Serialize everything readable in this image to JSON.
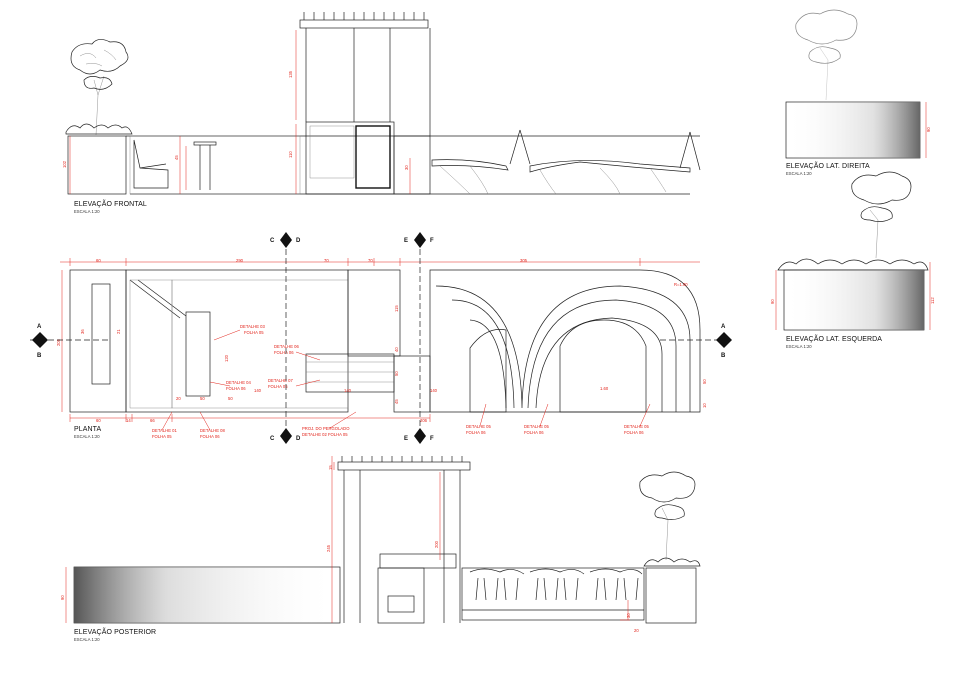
{
  "views": {
    "frontal": {
      "title": "ELEVAÇÃO FRONTAL",
      "scale": "ESCALA 1:20"
    },
    "planta": {
      "title": "PLANTA",
      "scale": "ESCALA 1:20"
    },
    "posterior": {
      "title": "ELEVAÇÃO POSTERIOR",
      "scale": "ESCALA 1:20"
    },
    "lat_direita": {
      "title": "ELEVAÇÃO LAT. DIREITA",
      "scale": "ESCALA 1:20"
    },
    "lat_esquerda": {
      "title": "ELEVAÇÃO LAT. ESQUERDA",
      "scale": "ESCALA 1:20"
    }
  },
  "section_marks": {
    "a": "A",
    "b": "B",
    "c": "C",
    "d": "D",
    "e": "E",
    "f": "F"
  },
  "dimensions": {
    "frontal": {
      "h_pergola": "135",
      "h_mid": "110",
      "h_bench": "45",
      "h_planter": "102",
      "h_right": "30"
    },
    "planta": {
      "top_60": "60",
      "top_290": "290",
      "top_70a": "70",
      "top_70b": "70",
      "top_305": "305",
      "left_205": "205",
      "r_36": "36",
      "r_21": "21",
      "v_120": "120",
      "d_50a": "50",
      "d_20": "20",
      "d_50b": "50",
      "d_140a": "140",
      "d_140b": "140",
      "d_140c": "140",
      "d_115": "115",
      "d_40": "40",
      "d_45": "45",
      "d_50c": "50",
      "d_70": "70",
      "arc_160": "1.60",
      "d_140d": "140",
      "bot_60": "60",
      "bot_14": "14",
      "bot_66": "66",
      "bot_206": "206",
      "arc_r": "R=1.00",
      "r_50": "50",
      "r_10": "10",
      "h_20": "20"
    },
    "posterior": {
      "h_245": "245",
      "h_200": "200",
      "h_15": "15",
      "h_90": "90",
      "h_30": "30",
      "h_20": "20"
    },
    "lat_direita": {
      "h_90": "90"
    },
    "lat_esquerda": {
      "h_90": "90",
      "h_112": "112"
    }
  },
  "details": {
    "d03": [
      "DETALHE 03",
      "FOLHA 05"
    ],
    "d06a": [
      "DETALHE 06",
      "FOLHA 06"
    ],
    "d04": [
      "DETALHE 04",
      "FOLHA 06"
    ],
    "d07": [
      "DETALHE 07",
      "FOLHA 05"
    ],
    "d01": [
      "DETALHE 01",
      "FOLHA 05"
    ],
    "d08": [
      "DETALHE 08",
      "FOLHA 06"
    ],
    "d02": [
      "PROJ. DO PERGOLADO",
      "DETALHE 02 FOLHA 05"
    ],
    "d05a": [
      "DETALHE 05",
      "FOLHA 06"
    ],
    "d05b": [
      "DETALHE 05",
      "FOLHA 06"
    ],
    "d05c": [
      "DETALHE 05",
      "FOLHA 06"
    ]
  }
}
